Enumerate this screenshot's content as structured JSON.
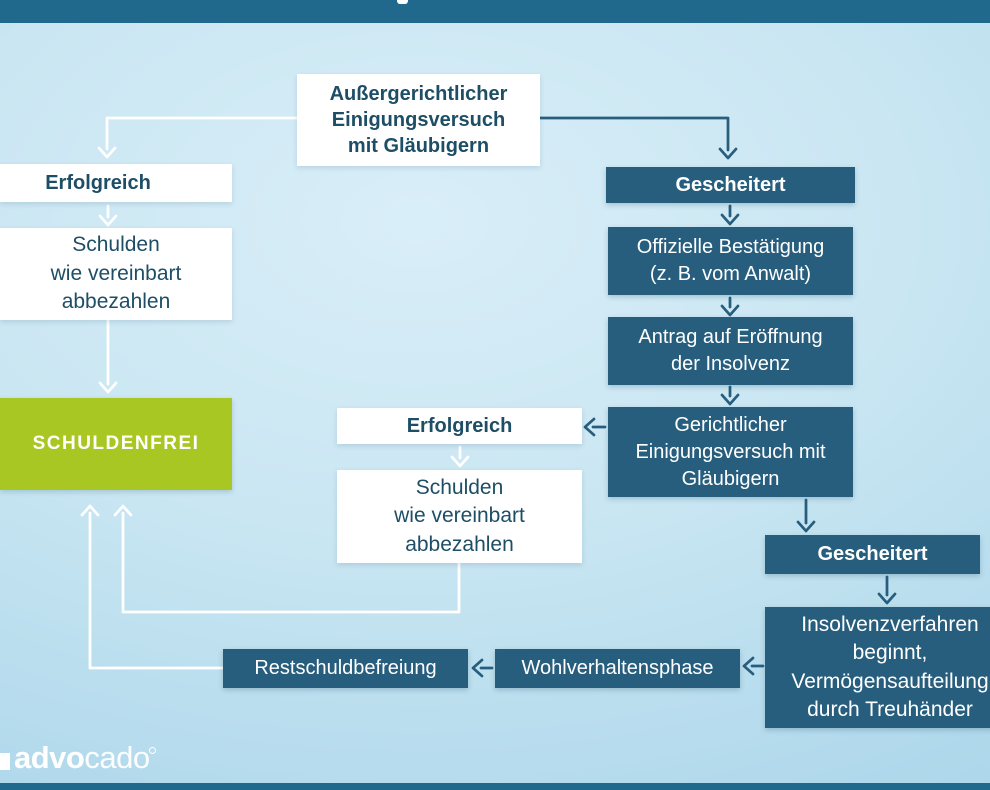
{
  "nodes": {
    "aussergerichtlicher_einigungsversuch": {
      "label": "Außergerichtlicher\nEinigungsversuch\nmit Gläubigern"
    },
    "erfolgreich_1": {
      "label": "Erfolgreich"
    },
    "schulden_abbezahlen_1": {
      "label": "Schulden\nwie vereinbart\nabbezahlen"
    },
    "schuldenfrei": {
      "label": "SCHULDENFREI"
    },
    "gescheitert_1": {
      "label": "Gescheitert"
    },
    "offizielle_bestaetigung": {
      "label": "Offizielle Bestätigung\n(z. B. vom Anwalt)"
    },
    "antrag_eroeffnung": {
      "label": "Antrag auf Eröffnung\nder Insolvenz"
    },
    "gerichtlicher_einigungsversuch": {
      "label": "Gerichtlicher\nEinigungsversuch mit\nGläubigern"
    },
    "erfolgreich_2": {
      "label": "Erfolgreich"
    },
    "schulden_abbezahlen_2": {
      "label": "Schulden\nwie vereinbart\nabbezahlen"
    },
    "gescheitert_2": {
      "label": "Gescheitert"
    },
    "insolvenzverfahren": {
      "label": "Insolvenzverfahren\nbeginnt,\nVermögensaufteilung\ndurch Treuhänder"
    },
    "wohlverhaltensphase": {
      "label": "Wohlverhaltensphase"
    },
    "restschuldbefreiung": {
      "label": "Restschuldbefreiung"
    }
  },
  "logo": {
    "name_bold": "advo",
    "name_light": "cado"
  },
  "colors": {
    "header_bar": "#20698c",
    "node_dark": "#275e7e",
    "node_green": "#a9c722",
    "text_dark": "#1d4e66",
    "arrow_white": "#ffffff",
    "background_center": "#d9eef8",
    "background_edge": "#a6d3e9"
  }
}
